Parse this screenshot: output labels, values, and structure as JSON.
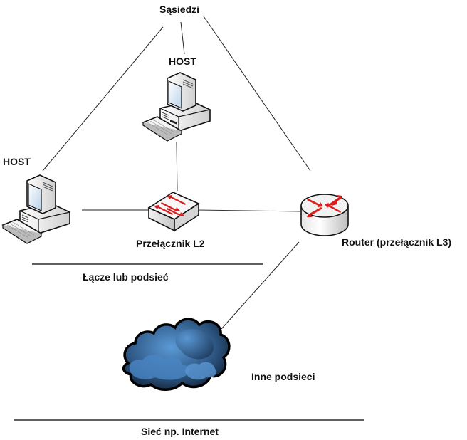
{
  "diagram": {
    "labels": {
      "neighbors": "Sąsiedzi",
      "host_top": "HOST",
      "host_left": "HOST",
      "switch": "Przełącznik L2",
      "router": "Router (przełącznik L3)",
      "link_or_subnet": "Łącze lub podsieć",
      "other_subnets": "Inne podsieci",
      "network": "Sieć np. Internet"
    },
    "nodes": [
      {
        "id": "host-top",
        "type": "workstation",
        "icon": "desktop-computer-icon"
      },
      {
        "id": "host-left",
        "type": "workstation",
        "icon": "desktop-computer-icon"
      },
      {
        "id": "switch-l2",
        "type": "switch",
        "icon": "switch-icon"
      },
      {
        "id": "router-l3",
        "type": "router",
        "icon": "router-icon"
      },
      {
        "id": "internet-cloud",
        "type": "cloud",
        "icon": "cloud-icon"
      }
    ],
    "connections": [
      {
        "from": "neighbors",
        "to": "host-left"
      },
      {
        "from": "neighbors",
        "to": "host-top"
      },
      {
        "from": "neighbors",
        "to": "router-l3"
      },
      {
        "from": "host-top",
        "to": "switch-l2"
      },
      {
        "from": "host-left",
        "to": "switch-l2"
      },
      {
        "from": "switch-l2",
        "to": "router-l3"
      },
      {
        "from": "router-l3",
        "to": "internet-cloud"
      }
    ],
    "colors": {
      "arrow": "#e01b1b",
      "cloud_light": "#4f8fcf",
      "cloud_dark": "#0d1a2b",
      "device_body": "#f0f0f0"
    }
  }
}
